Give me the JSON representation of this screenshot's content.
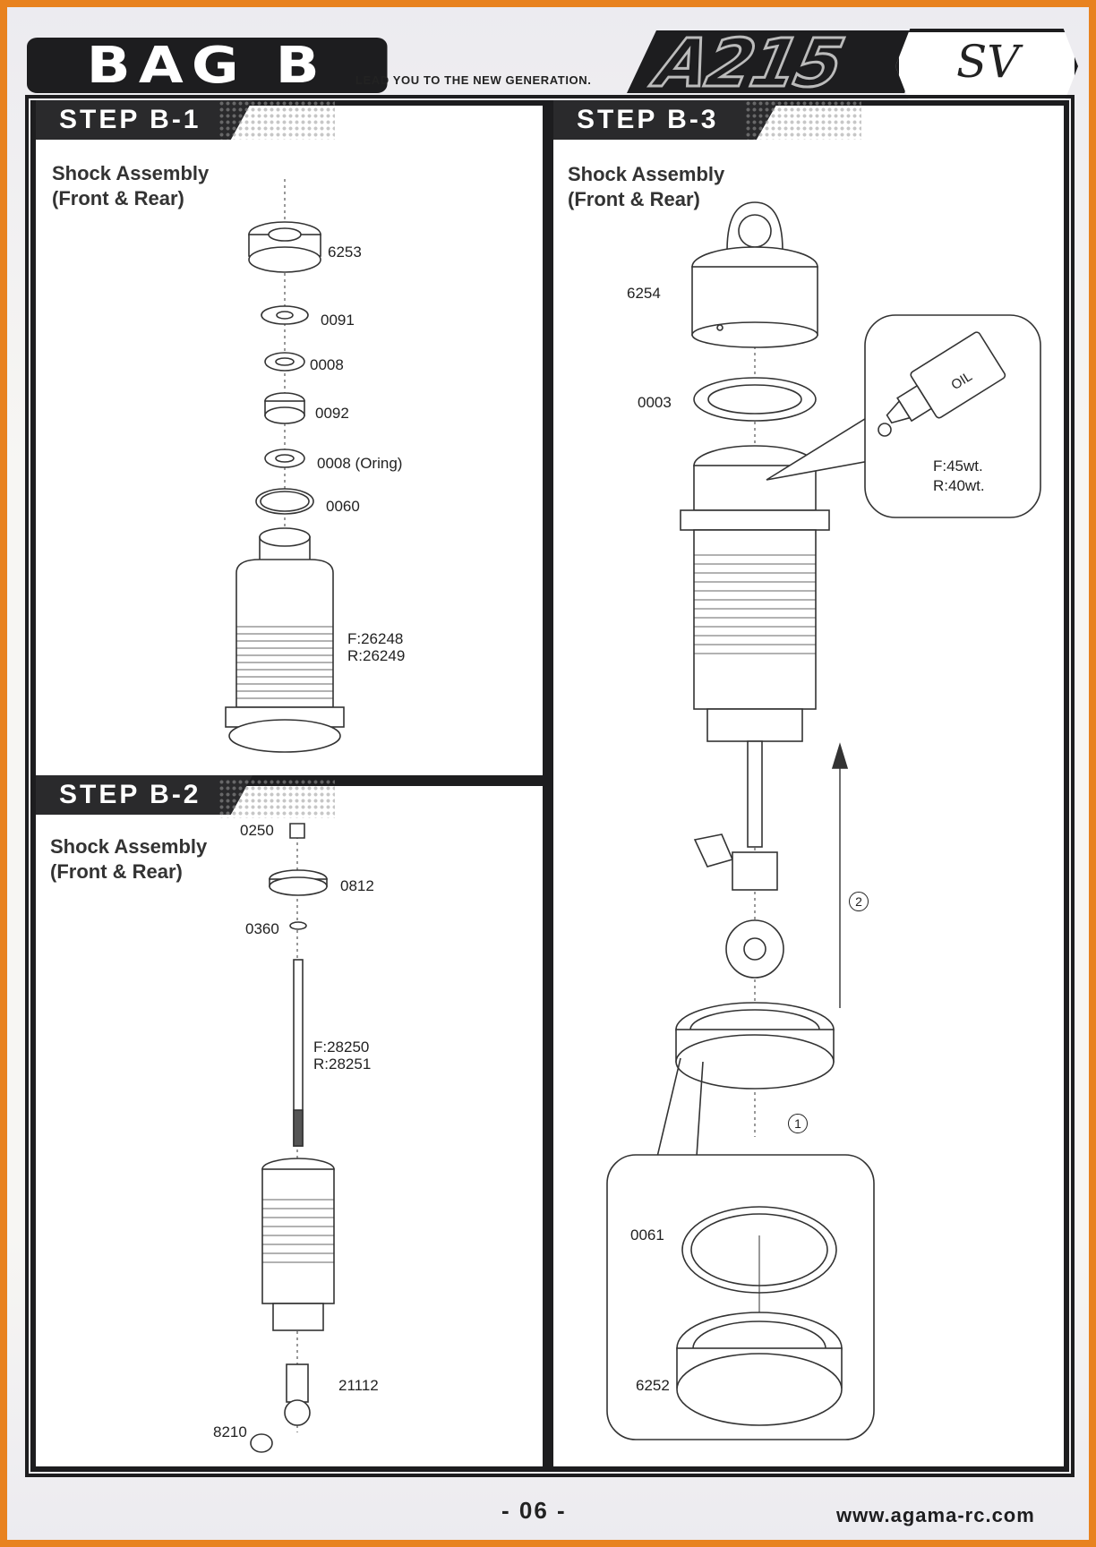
{
  "header": {
    "bag_title": "BAG B",
    "tagline": "LEAD YOU TO THE NEW GENERATION.",
    "model": "A215",
    "variant": "SV"
  },
  "step_b1": {
    "title": "STEP B-1",
    "subtitle_line1": "Shock Assembly",
    "subtitle_line2": "(Front & Rear)",
    "parts": [
      "6253",
      "0091",
      "0008",
      "0092",
      "0008 (Oring)",
      "0060",
      "F:26248\nR:26249"
    ]
  },
  "step_b2": {
    "title": "STEP B-2",
    "subtitle_line1": "Shock Assembly",
    "subtitle_line2": "(Front & Rear)",
    "parts": [
      "0250",
      "0812",
      "0360",
      "F:28250\nR:28251",
      "21112",
      "8210"
    ]
  },
  "step_b3": {
    "title": "STEP B-3",
    "subtitle_line1": "Shock Assembly",
    "subtitle_line2": "(Front & Rear)",
    "parts": [
      "6254",
      "0003",
      "0061",
      "6252"
    ],
    "oil_bottle_label": "OIL",
    "oil_front": "F:45wt.",
    "oil_rear": "R:40wt.",
    "order_1": "1",
    "order_2": "2"
  },
  "footer": {
    "page_number": "- 06 -",
    "website": "www.agama-rc.com"
  },
  "colors": {
    "frame": "#e8821f",
    "dark": "#1d1d1f"
  }
}
